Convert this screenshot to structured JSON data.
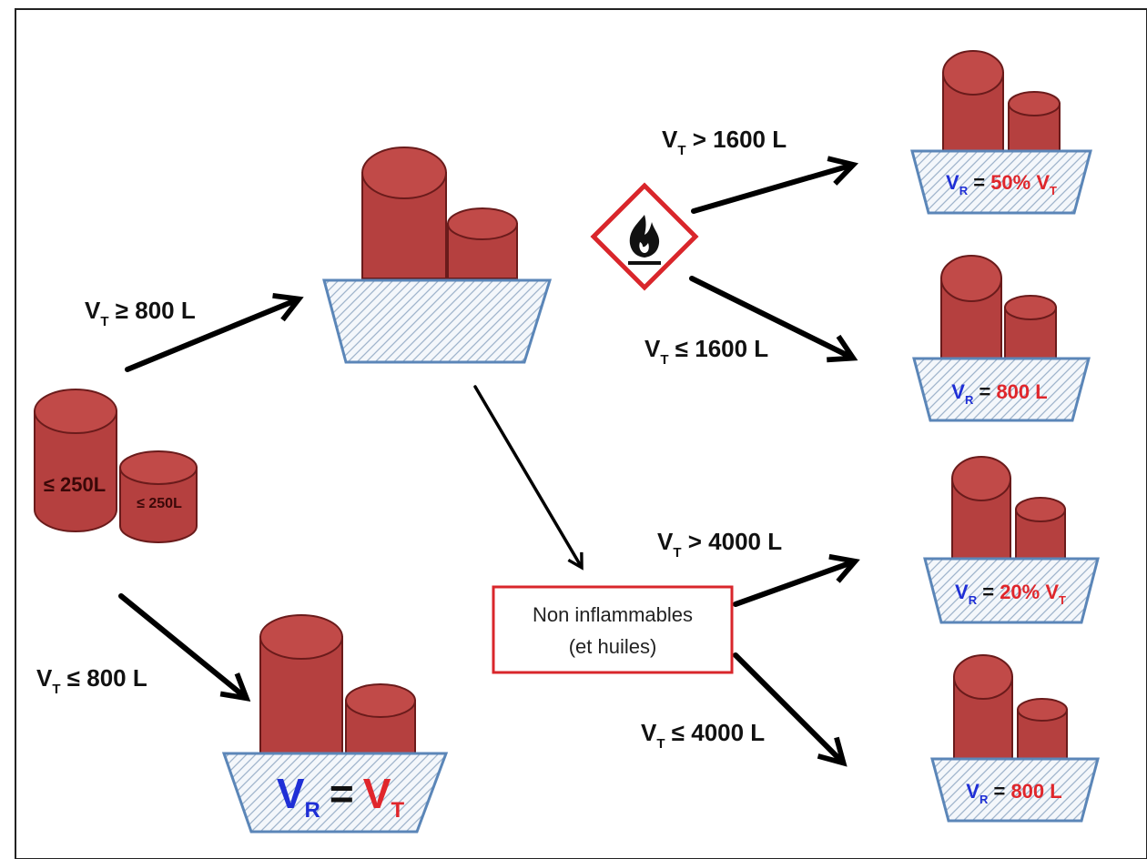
{
  "source_container": {
    "large_drum_label": "≤ 250L",
    "small_drum_label": "≤ 250L"
  },
  "branches": {
    "upper_condition": {
      "var": "V",
      "sub": "T",
      "rest": " ≥ 800 L"
    },
    "lower_condition": {
      "var": "V",
      "sub": "T",
      "rest": " ≤ 800 L"
    }
  },
  "lower_result": {
    "lhs_var": "V",
    "lhs_sub": "R",
    "equals": "=",
    "rhs_var": "V",
    "rhs_sub": "T"
  },
  "flammable_branch": {
    "pictogram": "flame-hazard-icon",
    "high": {
      "var": "V",
      "sub": "T",
      "rest": " > 1600 L"
    },
    "low": {
      "var": "V",
      "sub": "T",
      "rest": " ≤ 1600 L"
    },
    "high_result": {
      "var": "V",
      "sub": "R",
      "equals": " = ",
      "value": "50% V",
      "value_sub": "T"
    },
    "low_result": {
      "var": "V",
      "sub": "R",
      "equals": " = ",
      "value": "800 L",
      "value_sub": ""
    }
  },
  "nonflammable_branch": {
    "box_line1": "Non inflammables",
    "box_line2": "(et huiles)",
    "high": {
      "var": "V",
      "sub": "T",
      "rest": " > 4000 L"
    },
    "low": {
      "var": "V",
      "sub": "T",
      "rest": " ≤ 4000 L"
    },
    "high_result": {
      "var": "V",
      "sub": "R",
      "equals": " = ",
      "value": "20% V",
      "value_sub": "T"
    },
    "low_result": {
      "var": "V",
      "sub": "R",
      "equals": " = ",
      "value": "800 L",
      "value_sub": ""
    }
  },
  "colors": {
    "drum": "#b5403f",
    "tray_border": "#5b86b8",
    "blue_text": "#1f2fd6",
    "red_text": "#e0262b",
    "hazard_border": "#d9262b"
  }
}
